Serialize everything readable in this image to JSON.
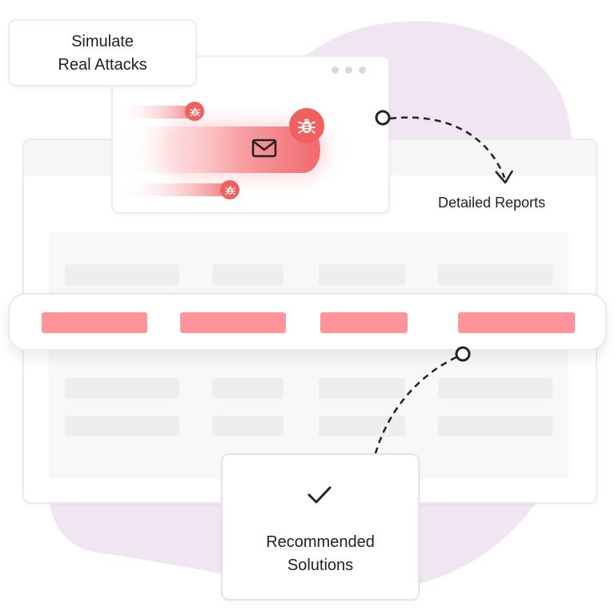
{
  "attack_card": {
    "lines": [
      "Simulate",
      "Real Attacks"
    ]
  },
  "reports_label": "Detailed Reports",
  "solutions_card": {
    "lines": [
      "Recommended",
      "Solutions"
    ]
  },
  "colors": {
    "blob": "#efe6f1",
    "accent": "#f0605e",
    "highlight_bar": "#ff959b",
    "skeleton": "#eeeeee"
  },
  "icons": [
    "bug-icon",
    "mail-icon",
    "check-icon",
    "dashed-arrow"
  ]
}
